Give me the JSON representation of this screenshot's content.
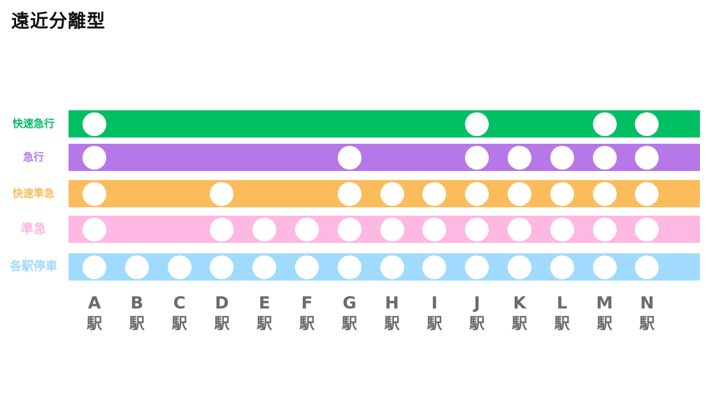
{
  "title": "遠近分離型",
  "stations": [
    {
      "letter": "A",
      "suffix": "駅"
    },
    {
      "letter": "B",
      "suffix": "駅"
    },
    {
      "letter": "C",
      "suffix": "駅"
    },
    {
      "letter": "D",
      "suffix": "駅"
    },
    {
      "letter": "E",
      "suffix": "駅"
    },
    {
      "letter": "F",
      "suffix": "駅"
    },
    {
      "letter": "G",
      "suffix": "駅"
    },
    {
      "letter": "H",
      "suffix": "駅"
    },
    {
      "letter": "I",
      "suffix": "駅"
    },
    {
      "letter": "J",
      "suffix": "駅"
    },
    {
      "letter": "K",
      "suffix": "駅"
    },
    {
      "letter": "L",
      "suffix": "駅"
    },
    {
      "letter": "M",
      "suffix": "駅"
    },
    {
      "letter": "N",
      "suffix": "駅"
    }
  ],
  "services": [
    {
      "name": "快速急行",
      "color": "#00bf63",
      "stops": [
        "A",
        "J",
        "M",
        "N"
      ]
    },
    {
      "name": "急行",
      "color": "#b777e8",
      "stops": [
        "A",
        "G",
        "J",
        "K",
        "L",
        "M",
        "N"
      ]
    },
    {
      "name": "快速準急",
      "color": "#fbbc5c",
      "stops": [
        "A",
        "D",
        "G",
        "H",
        "I",
        "J",
        "K",
        "L",
        "M",
        "N"
      ]
    },
    {
      "name": "準急",
      "color": "#ffb8e2",
      "stops": [
        "A",
        "D",
        "E",
        "F",
        "G",
        "H",
        "I",
        "J",
        "K",
        "L",
        "M",
        "N"
      ]
    },
    {
      "name": "各駅停車",
      "color": "#a0dbff",
      "stops": [
        "A",
        "B",
        "C",
        "D",
        "E",
        "F",
        "G",
        "H",
        "I",
        "J",
        "K",
        "L",
        "M",
        "N"
      ]
    }
  ]
}
